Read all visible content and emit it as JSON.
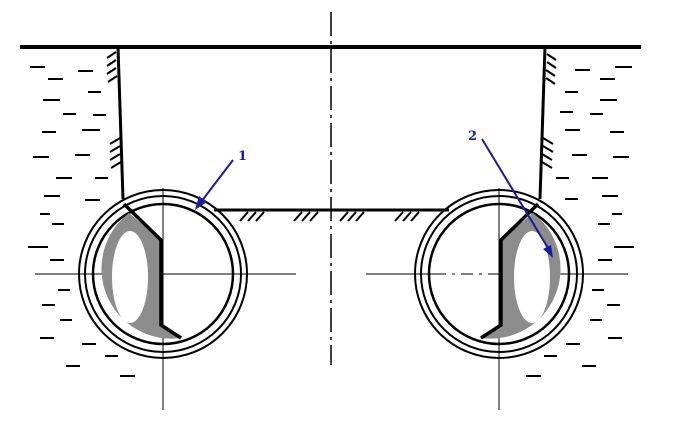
{
  "diagram": {
    "callouts": [
      {
        "id": "1",
        "label": "1"
      },
      {
        "id": "2",
        "label": "2"
      }
    ],
    "colors": {
      "line": "#000000",
      "leader": "#1a1aa0",
      "fill_gray": "#8c8c8c",
      "fill_white": "#ffffff"
    }
  }
}
